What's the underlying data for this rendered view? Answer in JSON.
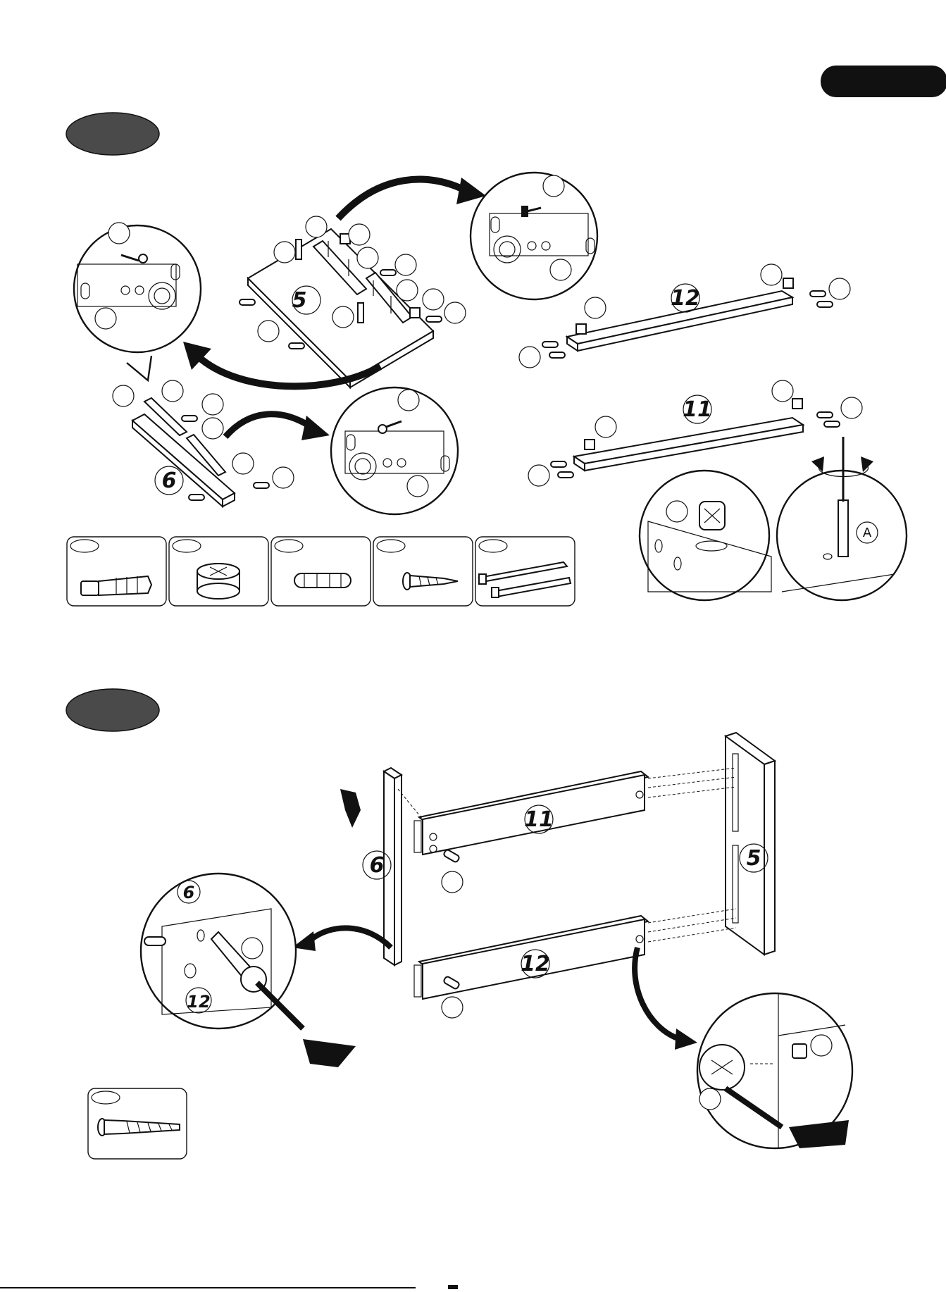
{
  "page": {
    "step_badges": [
      {
        "id": "step-1",
        "label": ""
      },
      {
        "id": "step-2",
        "label": ""
      }
    ],
    "corner_tab": ""
  },
  "parts": {
    "panel_5": "5",
    "panel_6": "6",
    "panel_11": "11",
    "panel_12": "12"
  },
  "detail": {
    "label_a": "A"
  },
  "hardware_legend": [
    {
      "icon": "cam-bolt-icon",
      "label": ""
    },
    {
      "icon": "cam-lock-icon",
      "label": ""
    },
    {
      "icon": "wood-dowel-icon",
      "label": ""
    },
    {
      "icon": "screw-icon",
      "label": ""
    },
    {
      "icon": "drawer-slide-icon",
      "label": ""
    }
  ],
  "hardware_legend_step2": [
    {
      "icon": "long-screw-icon",
      "label": ""
    }
  ],
  "colors": {
    "badge": "#4a4a4a",
    "tab": "#111111",
    "line": "#111111"
  }
}
